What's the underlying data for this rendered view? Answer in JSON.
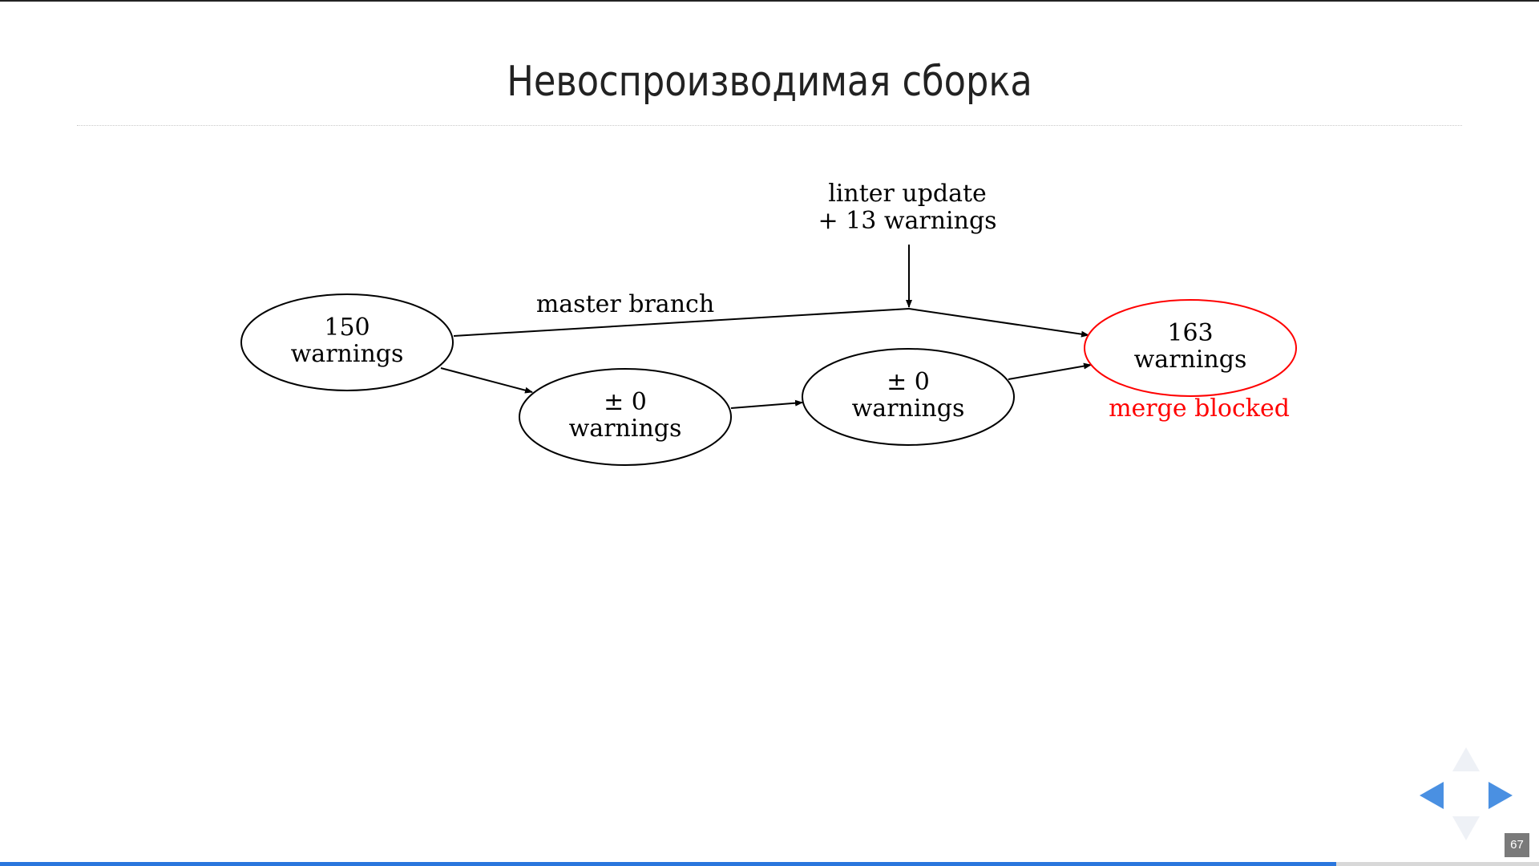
{
  "slide": {
    "title": "Невоспроизводимая сборка",
    "number": "67",
    "progress_fraction": 0.868
  },
  "diagram": {
    "nodes": {
      "start": {
        "line1": "150",
        "line2": "warnings"
      },
      "mid1": {
        "line1": "± 0",
        "line2": "warnings"
      },
      "mid2": {
        "line1": "± 0",
        "line2": "warnings"
      },
      "end": {
        "line1": "163",
        "line2": "warnings",
        "status": "merge blocked"
      }
    },
    "annotations": {
      "linter_line1": "linter update",
      "linter_line2": "+ 13 warnings",
      "master_branch": "master branch"
    },
    "colors": {
      "default": "#000000",
      "blocked": "#ff0000"
    }
  },
  "navigation": {
    "left_icon": "arrow-left-icon",
    "right_icon": "arrow-right-icon",
    "up_icon": "arrow-up-icon",
    "down_icon": "arrow-down-icon"
  }
}
